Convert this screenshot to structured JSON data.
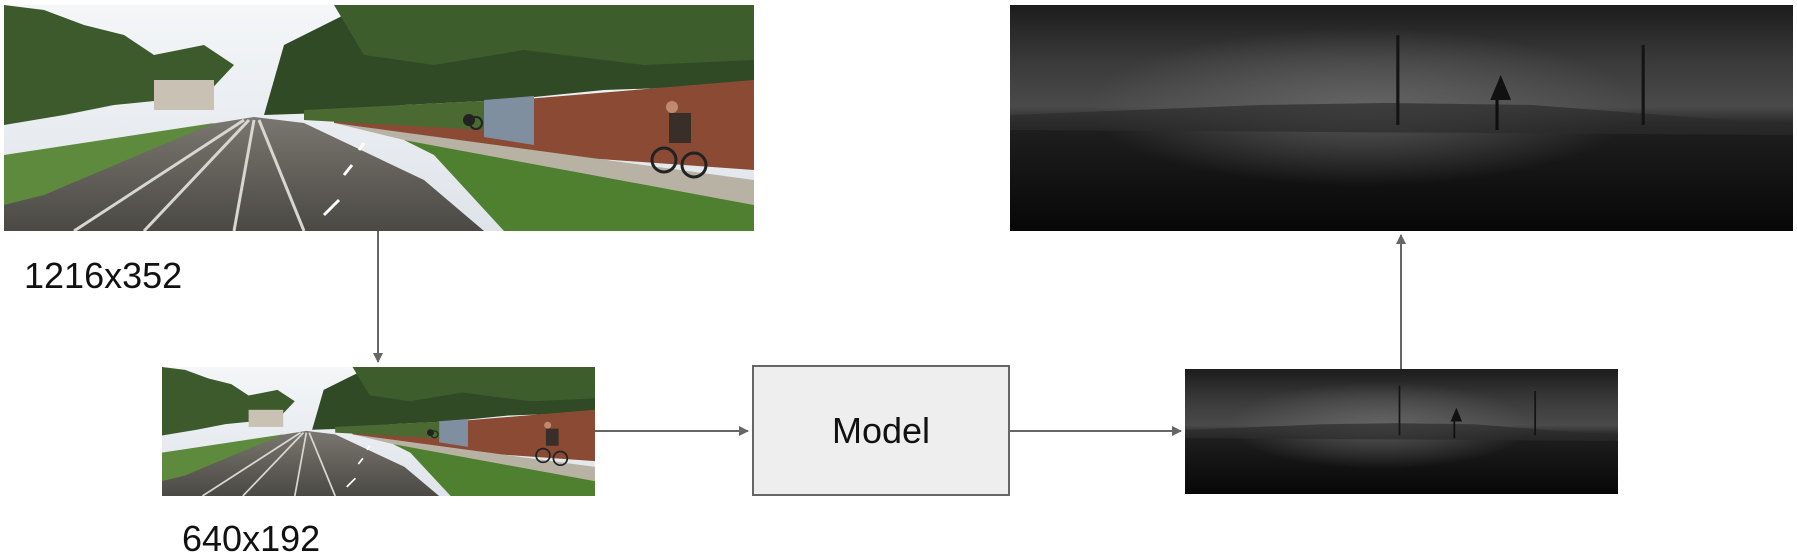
{
  "labels": {
    "input_size": "1216x352",
    "resized_size": "640x192",
    "model": "Model"
  },
  "images": {
    "input": "street-scene-photo",
    "resized": "street-scene-photo-small",
    "depth_small": "depth-map-small",
    "depth_full": "depth-map-full"
  },
  "colors": {
    "arrow": "#666666",
    "model_fill": "#eeeeee",
    "model_border": "#666666"
  }
}
